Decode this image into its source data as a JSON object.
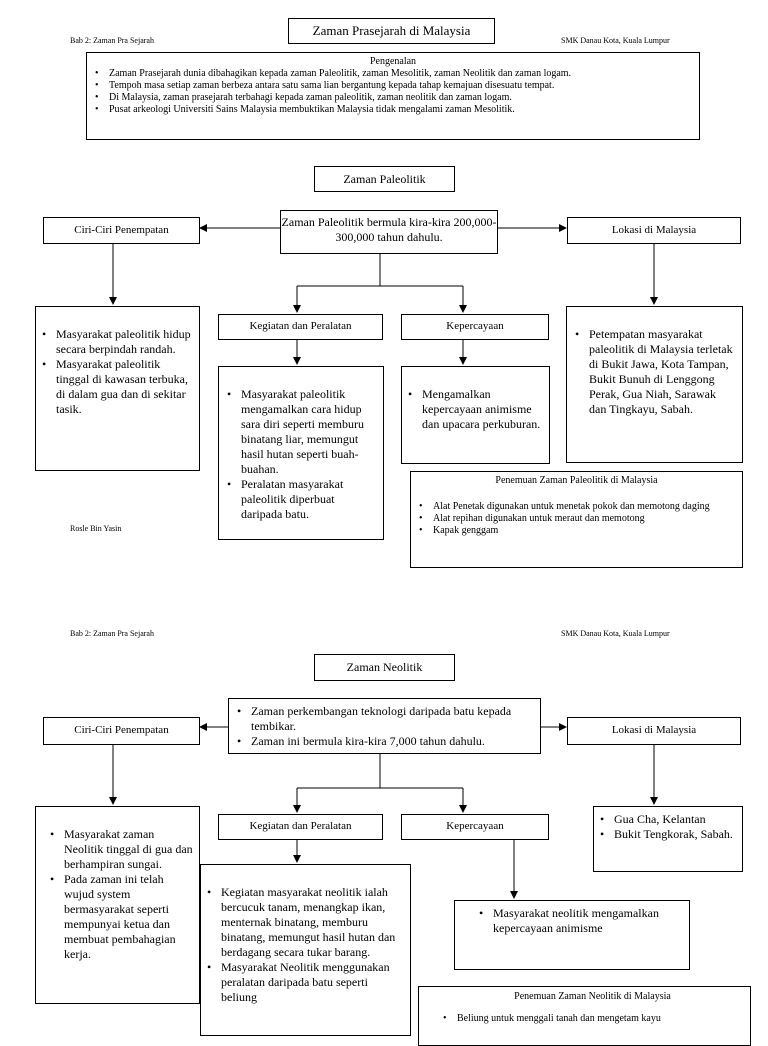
{
  "page1": {
    "title": "Zaman Prasejarah di Malaysia",
    "header_left": "Bab 2: Zaman Pra Sejarah",
    "header_right": "SMK Danau Kota, Kuala Lumpur",
    "intro": {
      "heading": "Pengenalan",
      "items": [
        "Zaman Prasejarah dunia dibahagikan kepada zaman Paleolitik, zaman Mesolitik, zaman Neolitik dan zaman logam.",
        "Tempoh masa setiap zaman berbeza antara satu sama lian bergantung kepada tahap kemajuan disesuatu tempat.",
        "Di Malaysia, zaman prasejarah terbahagi kepada zaman paleolitik, zaman neolitik dan zaman logam.",
        "Pusat arkeologi Universiti Sains Malaysia membuktikan Malaysia tidak mengalami zaman Mesolitik."
      ]
    },
    "section_title": "Zaman Paleolitik",
    "center": "Zaman Paleolitik bermula kira-kira 200,000-300,000 tahun dahulu.",
    "ciri_label": "Ciri-Ciri Penempatan",
    "lokasi_label": "Lokasi di Malaysia",
    "kegiatan_label": "Kegiatan dan Peralatan",
    "kepercayaan_label": "Kepercayaan",
    "ciri_items": [
      "Masyarakat paleolitik hidup secara berpindah randah.",
      "Masyarakat paleolitik tinggal di kawasan terbuka, di dalam gua dan di sekitar tasik."
    ],
    "kegiatan_items": [
      "Masyarakat paleolitik mengamalkan cara hidup sara diri seperti memburu binatang liar, memungut hasil hutan seperti buah-buahan.",
      "Peralatan masyarakat paleolitik diperbuat daripada batu."
    ],
    "kepercayaan_items": [
      "Mengamalkan kepercayaan animisme dan upacara perkuburan."
    ],
    "lokasi_items": [
      "Petempatan masyarakat paleolitik di Malaysia terletak di Bukit Jawa, Kota Tampan, Bukit Bunuh di Lenggong Perak, Gua Niah, Sarawak dan Tingkayu, Sabah."
    ],
    "penemuan": {
      "heading": "Penemuan Zaman Paleolitik di Malaysia",
      "items": [
        "Alat Penetak digunakan untuk menetak pokok dan memotong daging",
        "Alat repihan digunakan untuk meraut dan memotong",
        "Kapak genggam"
      ]
    },
    "author": "Rosle Bin Yasin"
  },
  "page2": {
    "header_left": "Bab 2: Zaman Pra Sejarah",
    "header_right": "SMK Danau Kota, Kuala Lumpur",
    "section_title": "Zaman Neolitik",
    "center_items": [
      "Zaman perkembangan teknologi daripada batu kepada tembikar.",
      "Zaman ini bermula kira-kira 7,000 tahun dahulu."
    ],
    "ciri_label": "Ciri-Ciri Penempatan",
    "lokasi_label": "Lokasi di Malaysia",
    "kegiatan_label": "Kegiatan dan Peralatan",
    "kepercayaan_label": "Kepercayaan",
    "ciri_items": [
      "Masyarakat zaman Neolitik tinggal di gua dan berhampiran sungai.",
      "Pada zaman ini telah wujud system bermasyarakat seperti mempunyai ketua dan membuat pembahagian kerja."
    ],
    "lokasi_items": [
      "Gua Cha, Kelantan",
      "Bukit Tengkorak, Sabah."
    ],
    "kegiatan_items": [
      "Kegiatan masyarakat neolitik ialah bercucuk tanam, menangkap ikan, menternak binatang, memburu binatang, memungut hasil hutan dan berdagang secara tukar barang.",
      "Masyarakat Neolitik menggunakan peralatan daripada batu seperti beliung"
    ],
    "kepercayaan_items": [
      "Masyarakat neolitik mengamalkan kepercayaan animisme"
    ],
    "penemuan": {
      "heading": "Penemuan Zaman Neolitik di Malaysia",
      "items": [
        "Beliung untuk menggali tanah dan mengetam kayu"
      ]
    }
  }
}
